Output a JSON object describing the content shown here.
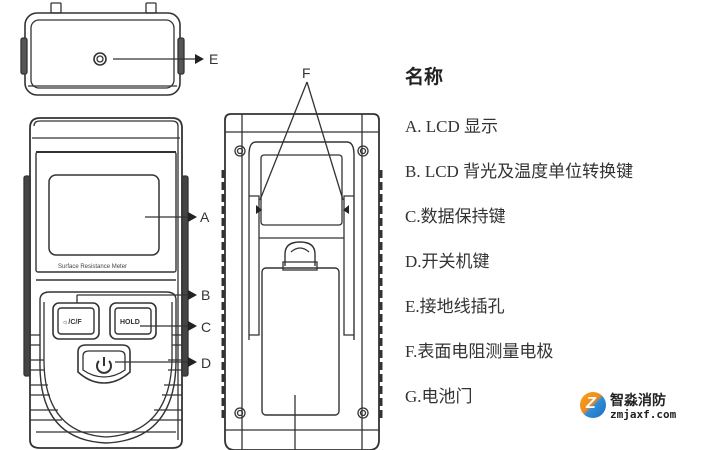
{
  "diagram": {
    "device_front": {
      "model_text": "Surface Resistance Meter",
      "buttons": [
        {
          "id": "backlight-unit",
          "label": "☼/C/F"
        },
        {
          "id": "hold",
          "label": "HOLD"
        },
        {
          "id": "power",
          "icon": "power-icon"
        }
      ]
    },
    "callouts": {
      "A": "A",
      "B": "B",
      "C": "C",
      "D": "D",
      "E": "E",
      "F": "F"
    }
  },
  "legend": {
    "title": "名称",
    "items": [
      {
        "key": "A",
        "text": "A. LCD 显示"
      },
      {
        "key": "B",
        "text": "B. LCD 背光及温度单位转换键"
      },
      {
        "key": "C",
        "text": "C.数据保持键"
      },
      {
        "key": "D",
        "text": "D.开关机键"
      },
      {
        "key": "E",
        "text": "E.接地线插孔"
      },
      {
        "key": "F",
        "text": "F.表面电阻测量电极"
      },
      {
        "key": "G",
        "text": "G.电池门"
      }
    ]
  },
  "watermark": {
    "logo_letter": "Z",
    "name": "智淼消防",
    "url": "zmjaxf.com",
    "colors": {
      "orange": "#f39a1c",
      "blue": "#2a7fd0"
    }
  }
}
